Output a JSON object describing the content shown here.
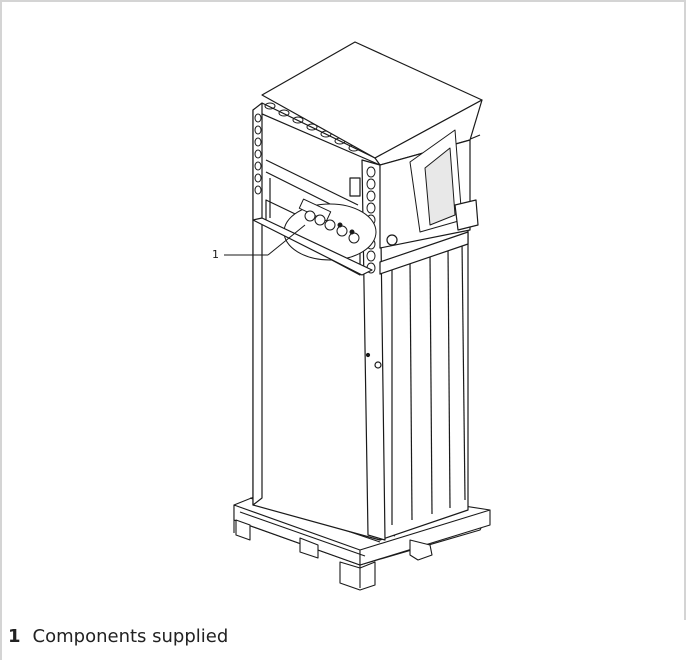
{
  "figure": {
    "callout_number": "1",
    "legend": [
      {
        "number": "1",
        "text": "Components supplied"
      }
    ]
  },
  "icons": {
    "illustration": "heat-pump-unit-on-pallet-illustration"
  }
}
